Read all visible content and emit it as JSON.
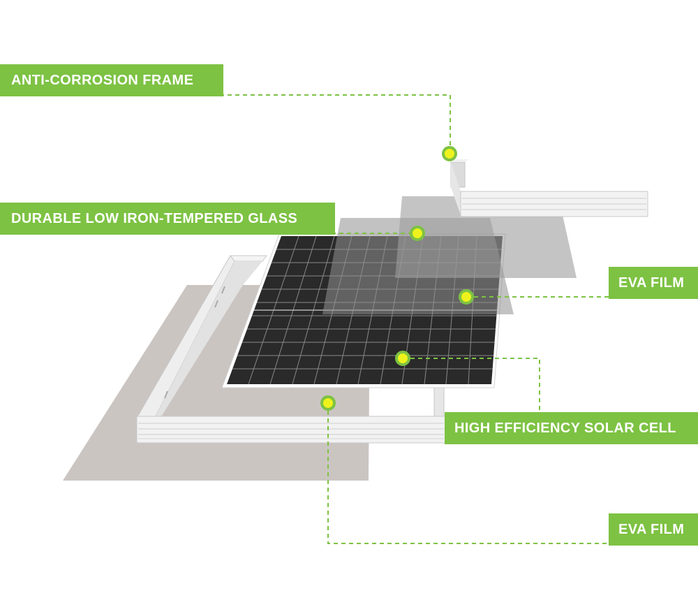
{
  "colors": {
    "accent": "#7dc243",
    "leader_line": "#7dc243",
    "marker_fill": "#eef21c",
    "cell": "#2b2b2b",
    "backsheet": "#cbc5c2",
    "frame": "#e9e9ea"
  },
  "labels": {
    "frame": "ANTI-CORROSION FRAME",
    "glass": "DURABLE LOW IRON-TEMPERED GLASS",
    "eva_top": "EVA FILM",
    "cell": "HIGH EFFICIENCY SOLAR CELL",
    "eva_bottom": "EVA FILM"
  }
}
